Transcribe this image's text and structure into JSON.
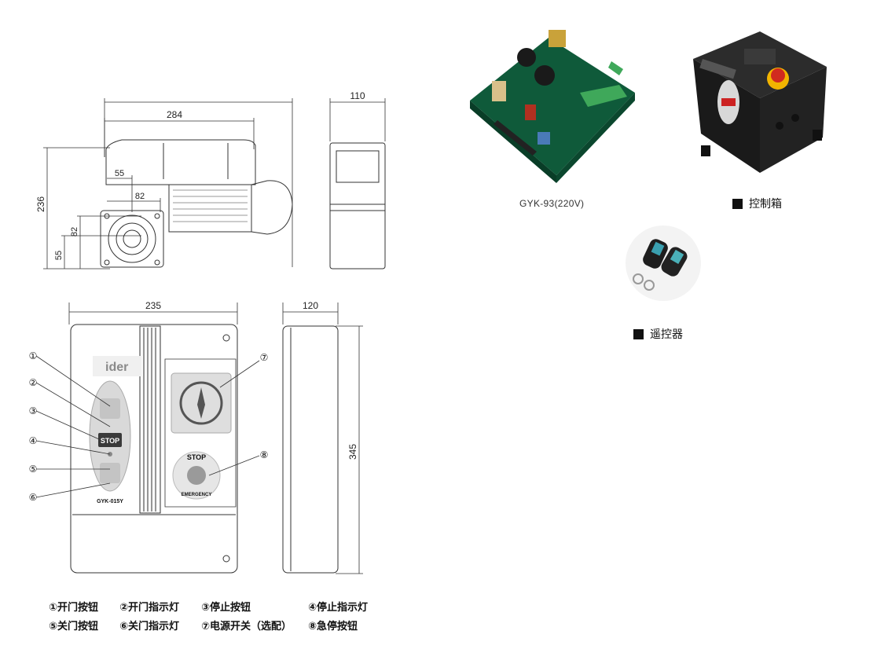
{
  "motor_drawing": {
    "dim_width": "284",
    "dim_depth": "110",
    "dim_height": "236",
    "dim_55_top": "55",
    "dim_82_top": "82",
    "dim_82_side": "82",
    "dim_55_side": "55"
  },
  "control_drawing": {
    "dim_width": "235",
    "dim_depth": "120",
    "dim_height": "345",
    "brand": "ider",
    "model": "GYK-015Y",
    "stop_label": "STOP",
    "emergency_top": "STOP",
    "emergency_bottom": "EMERGENCY",
    "callouts": [
      "①",
      "②",
      "③",
      "④",
      "⑤",
      "⑥",
      "⑦",
      "⑧"
    ]
  },
  "legend": {
    "items": [
      "①开门按钮",
      "②开门指示灯",
      "③停止按钮",
      "④停止指示灯",
      "⑤关门按钮",
      "⑥关门指示灯",
      "⑦电源开关（选配）",
      "⑧急停按钮"
    ]
  },
  "products": {
    "board_caption": "GYK-93(220V)",
    "box_caption": "控制箱",
    "remote_caption": "遥控器"
  }
}
